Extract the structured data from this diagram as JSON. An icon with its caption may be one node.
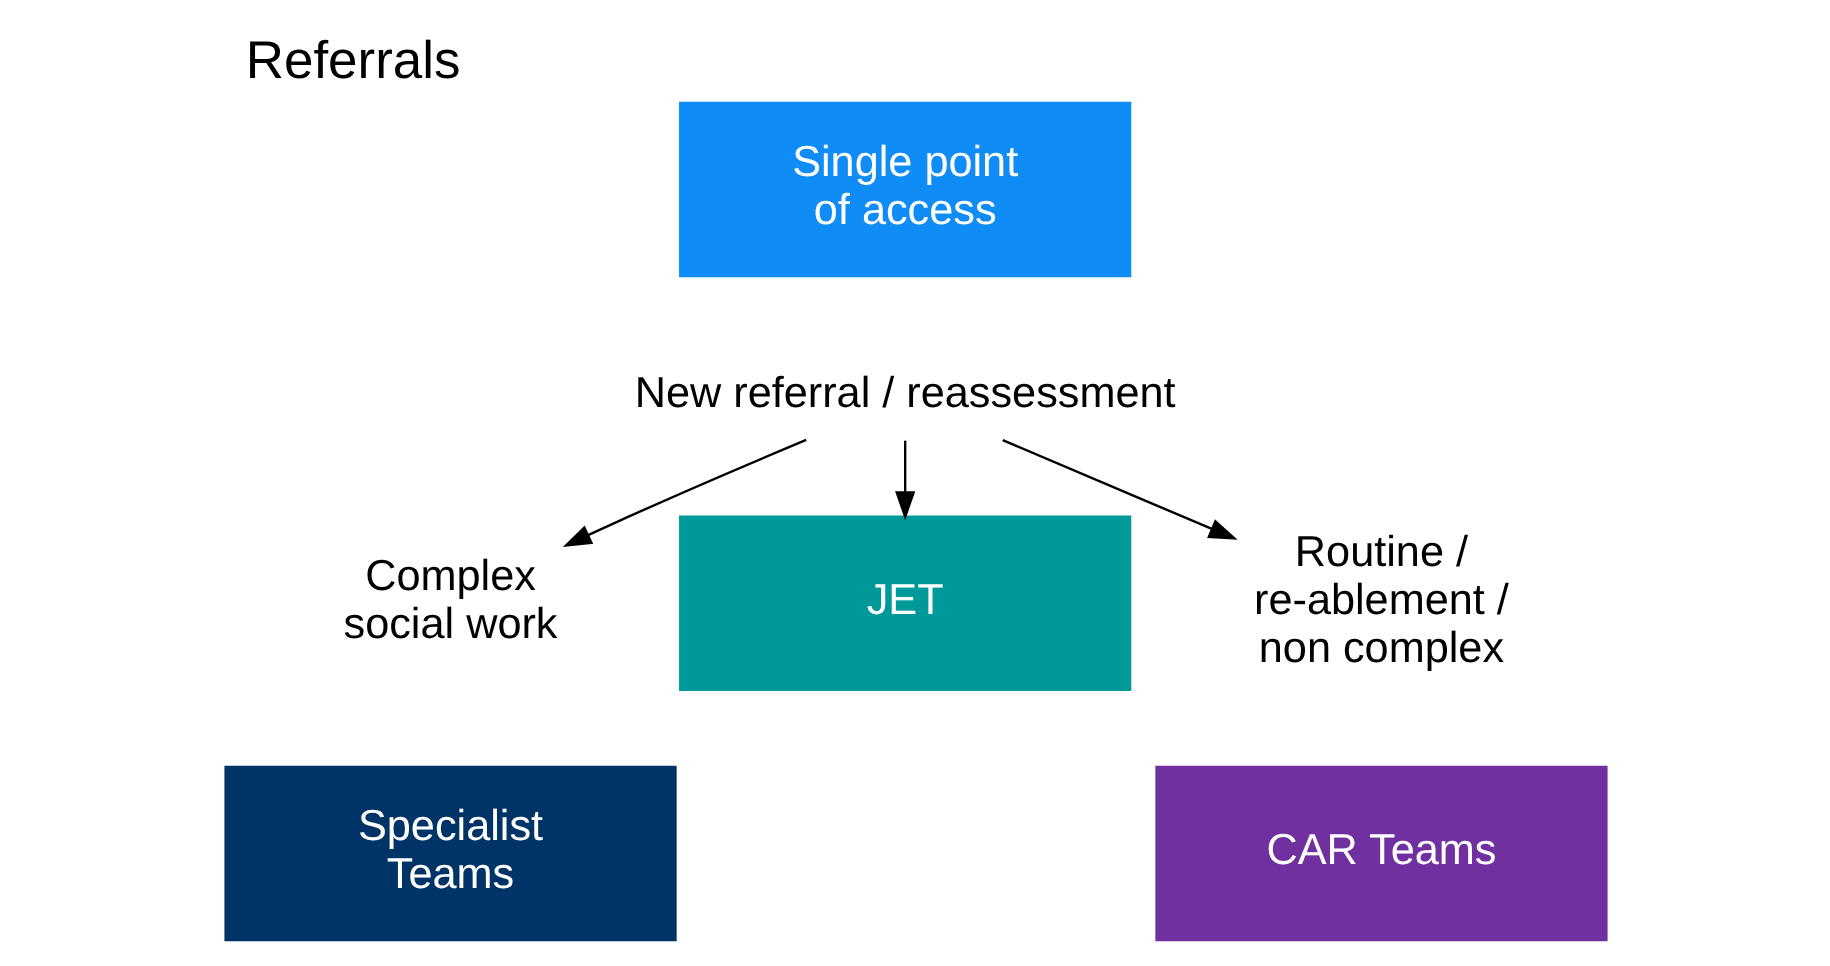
{
  "diagram": {
    "title": "Referrals",
    "nodes": [
      {
        "text": [
          "Single point of access"
        ]
      },
      {
        "text": [
          "New referral / reassessment"
        ]
      },
      {
        "text": [
          "Complex social work"
        ]
      },
      {
        "text": [
          "JET"
        ]
      },
      {
        "text": [
          "Routine / re-ablement / non complex"
        ]
      },
      {
        "text": [
          "Specialist Teams"
        ]
      },
      {
        "text": [
          "CAR Teams"
        ]
      }
    ],
    "edges": [
      {
        "from": 1,
        "to": 2,
        "arrow": "to"
      },
      {
        "from": 1,
        "to": 3,
        "arrow": "to"
      },
      {
        "from": 1,
        "to": 4,
        "arrow": "to"
      }
    ]
  }
}
